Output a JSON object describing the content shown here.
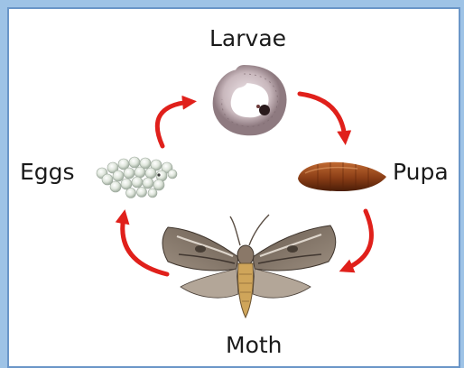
{
  "stages": {
    "larvae": "Larvae",
    "eggs": "Eggs",
    "pupa": "Pupa",
    "moth": "Moth"
  },
  "colors": {
    "arrow": "#e0201b",
    "background": "#9ec3e6",
    "panel": "#ffffff",
    "border": "#6a96c8"
  }
}
